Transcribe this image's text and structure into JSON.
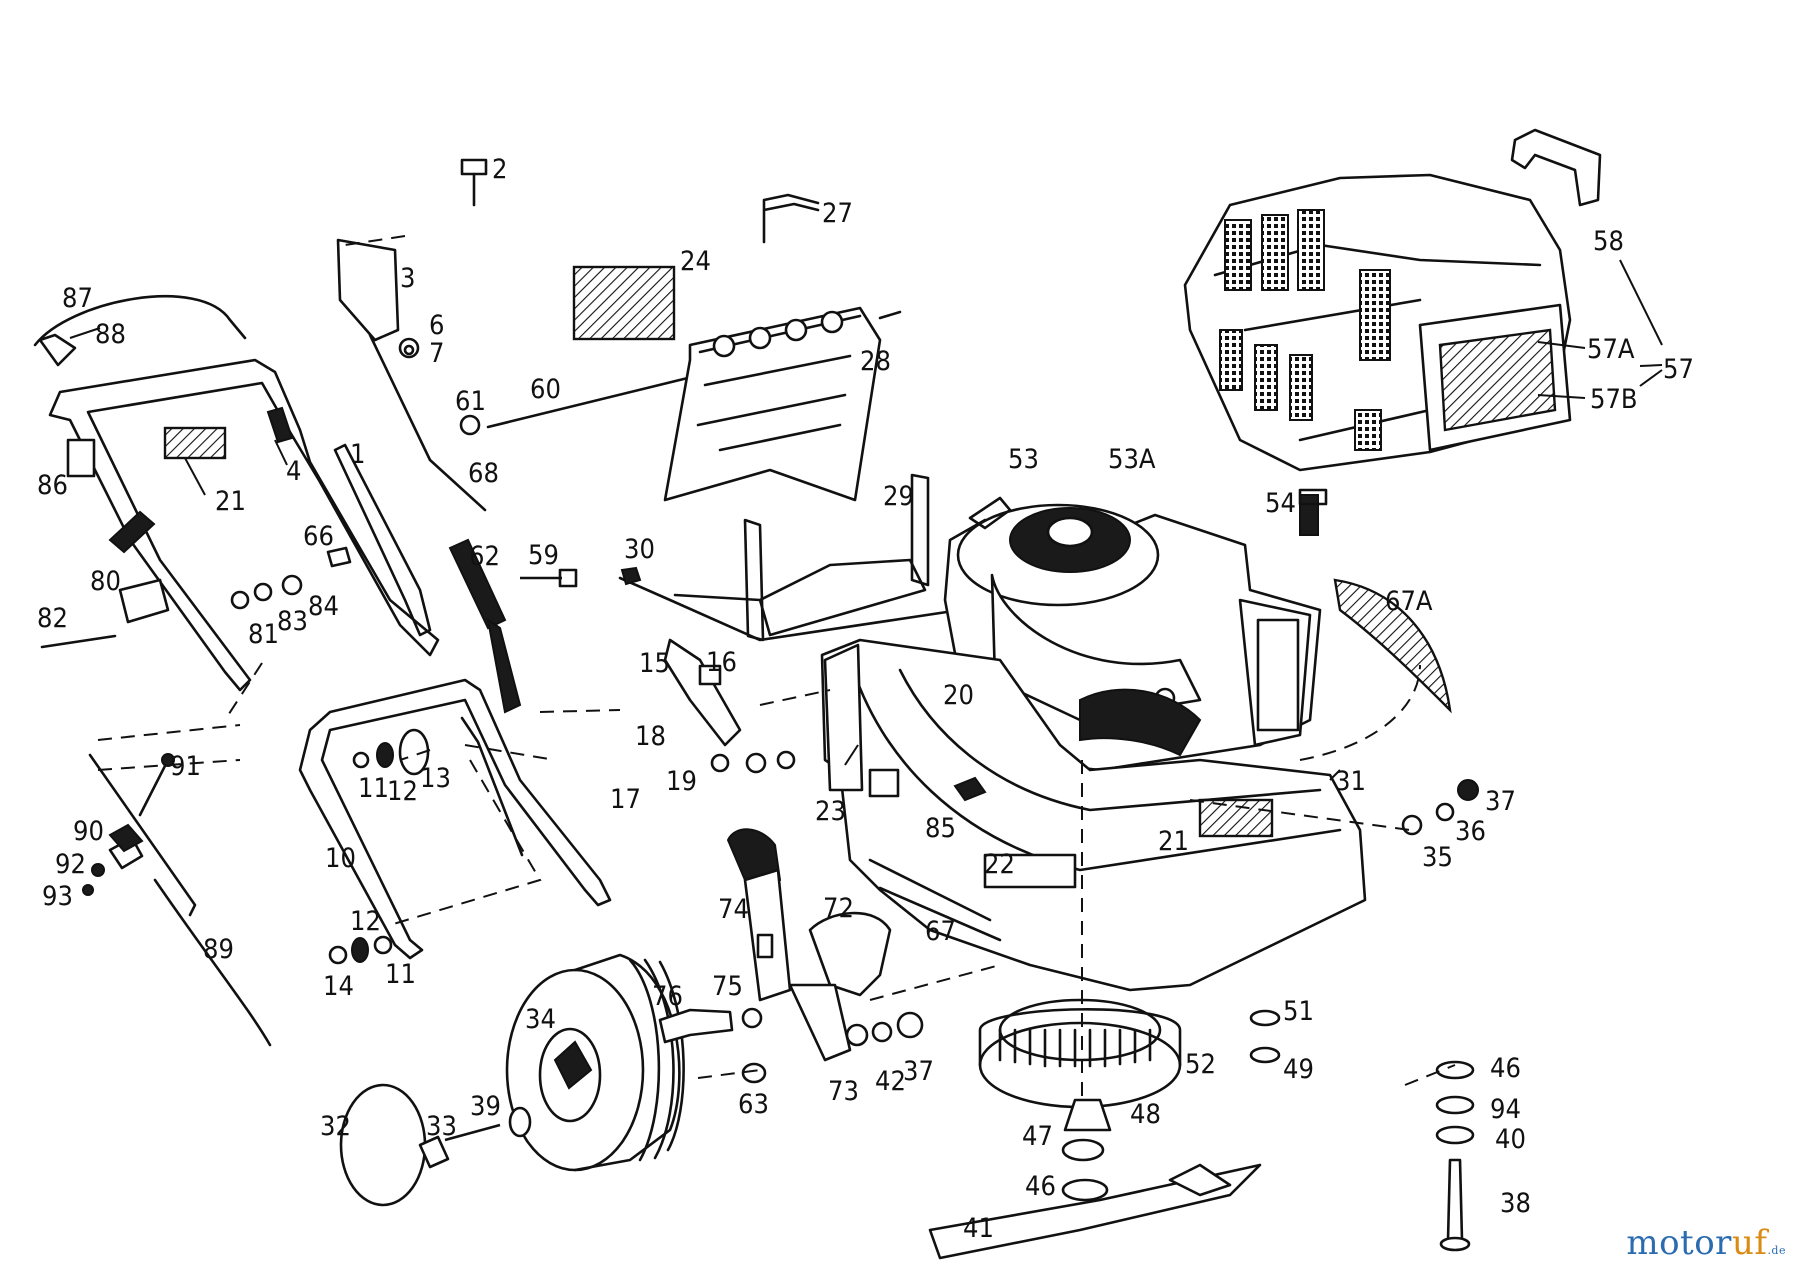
{
  "diagram": {
    "callouts": [
      "1",
      "2",
      "3",
      "4",
      "6",
      "7",
      "10",
      "11",
      "11",
      "12",
      "12",
      "13",
      "14",
      "15",
      "16",
      "17",
      "18",
      "19",
      "20",
      "21",
      "21",
      "22",
      "23",
      "24",
      "27",
      "28",
      "29",
      "30",
      "31",
      "32",
      "33",
      "34",
      "35",
      "36",
      "37",
      "37",
      "38",
      "39",
      "40",
      "41",
      "42",
      "46",
      "46",
      "47",
      "48",
      "49",
      "51",
      "52",
      "53",
      "53A",
      "54",
      "57",
      "57A",
      "57B",
      "58",
      "59",
      "60",
      "61",
      "62",
      "63",
      "66",
      "67",
      "67A",
      "68",
      "72",
      "73",
      "74",
      "75",
      "76",
      "80",
      "81",
      "82",
      "83",
      "84",
      "85",
      "86",
      "87",
      "88",
      "89",
      "90",
      "91",
      "92",
      "93",
      "94"
    ]
  },
  "logo": {
    "main": "motoruf",
    "tld": ".de",
    "colors": {
      "motor": "#2b6cb0",
      "uf": "#d98b14"
    }
  }
}
